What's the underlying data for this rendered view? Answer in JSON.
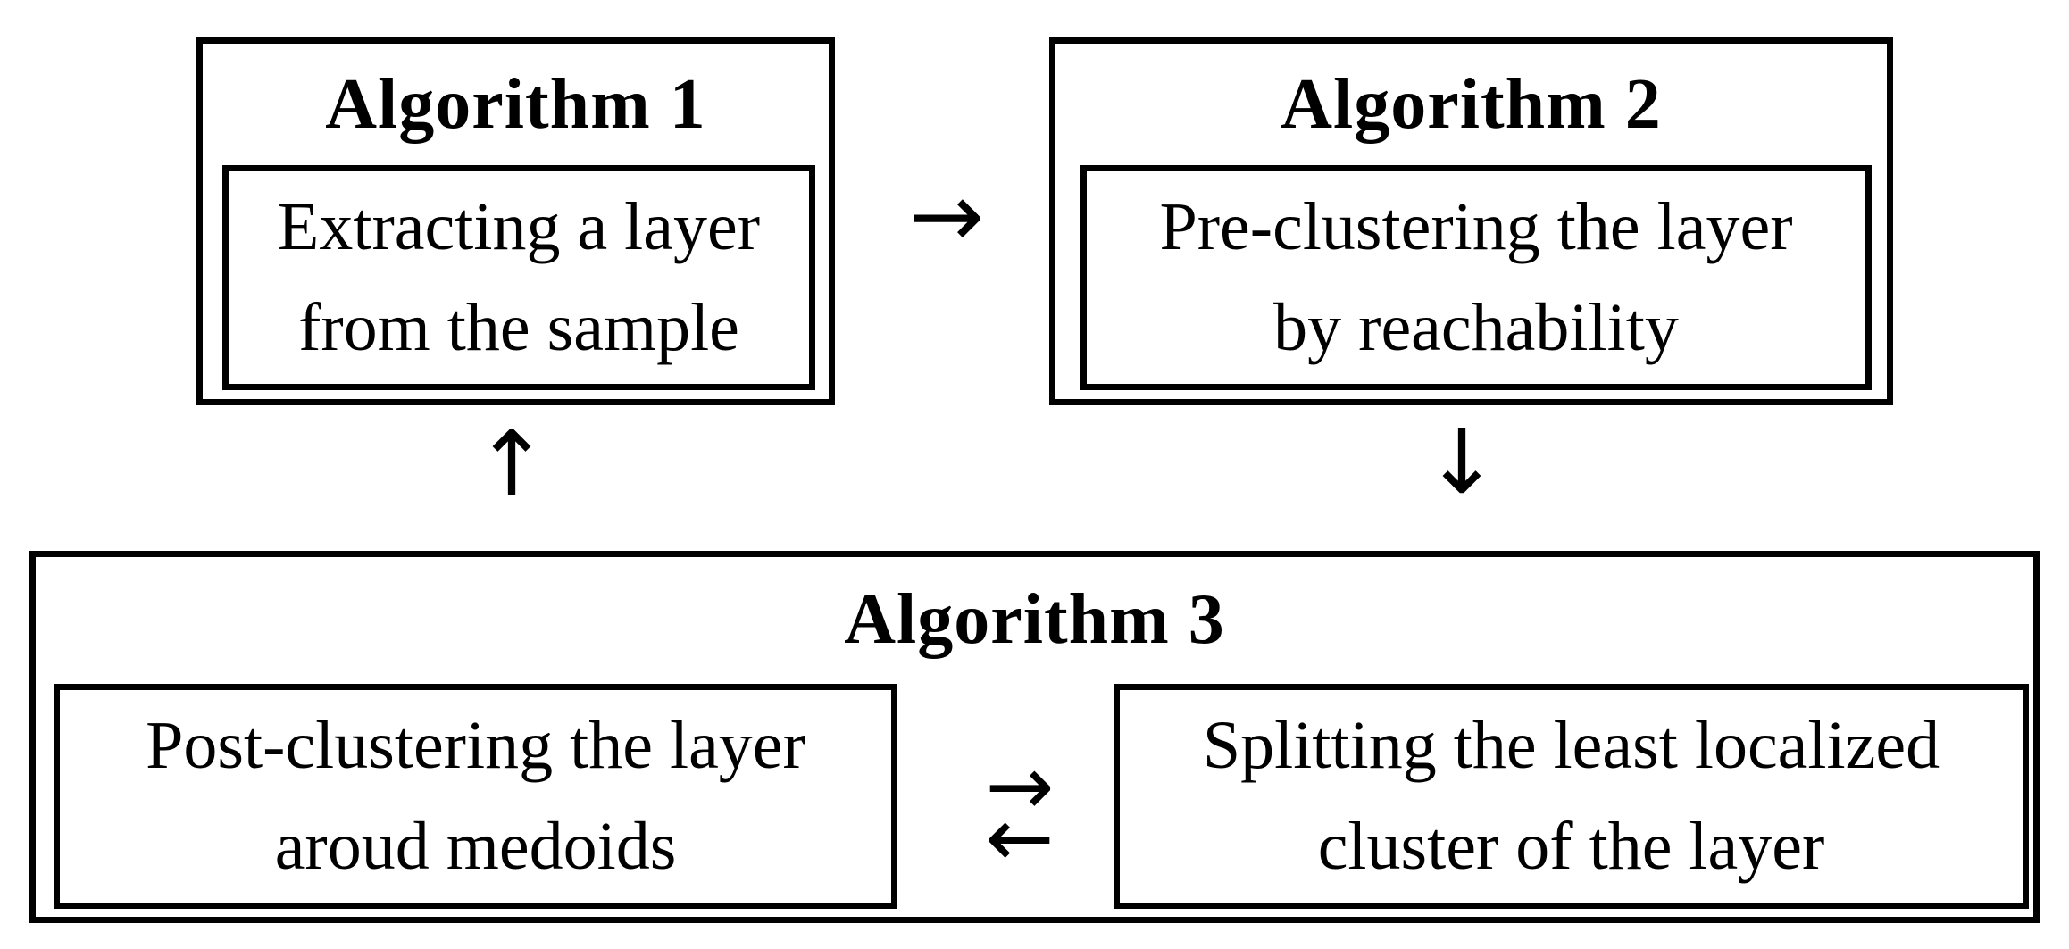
{
  "diagram": {
    "background_color": "#ffffff",
    "line_color": "#000000",
    "algorithm1": {
      "title": "Algorithm 1",
      "step_line1": "Extracting a layer",
      "step_line2": "from the sample"
    },
    "algorithm2": {
      "title": "Algorithm 2",
      "step_line1": "Pre-clustering the layer",
      "step_line2": "by reachability"
    },
    "algorithm3": {
      "title": "Algorithm 3",
      "left_step_line1": "Post-clustering the layer",
      "left_step_line2": "aroud medoids",
      "right_step_line1": "Splitting the least localized",
      "right_step_line2": "cluster of the layer"
    },
    "arrows": {
      "alg1_to_alg2": "→",
      "alg2_to_alg3": "↓",
      "alg3_to_alg1": "↑",
      "exchange_forward": "→",
      "exchange_backward": "←"
    }
  }
}
